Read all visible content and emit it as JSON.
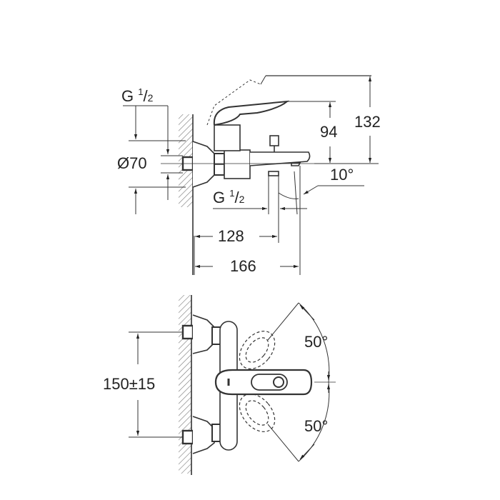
{
  "diagram": {
    "type": "technical-drawing",
    "subject": "wall-mounted bath mixer faucet",
    "views": [
      {
        "name": "side-view",
        "dimensions": {
          "thread_inlet": {
            "main": "G",
            "num": "1",
            "den": "2"
          },
          "diameter": "Ø70",
          "thread_outlet": {
            "main": "G",
            "num": "1",
            "den": "2"
          },
          "height_94": "94",
          "height_132": "132",
          "angle": "10°",
          "depth_128": "128",
          "depth_166": "166"
        }
      },
      {
        "name": "front-view",
        "dimensions": {
          "spacing": "150±15",
          "angle_top": "50°",
          "angle_bottom": "50°"
        }
      }
    ],
    "colors": {
      "line": "#333333",
      "hatch": "#666666",
      "background": "#ffffff"
    }
  }
}
